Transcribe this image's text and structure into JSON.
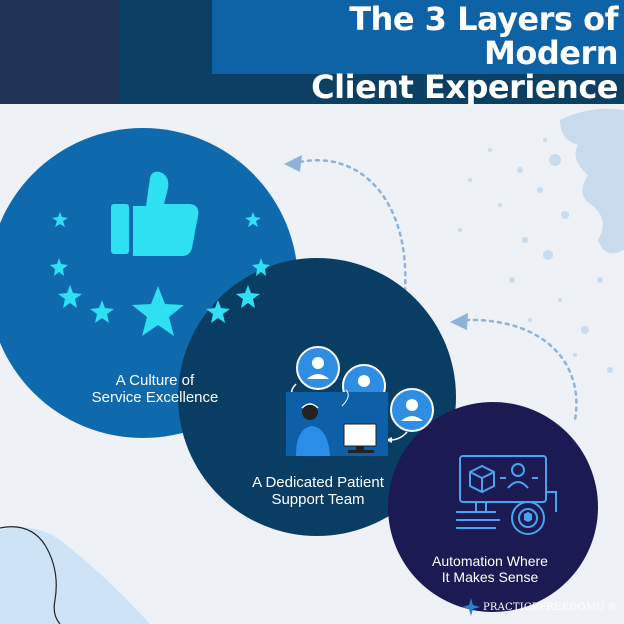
{
  "header": {
    "title_line1": "The 3 Layers of Modern",
    "title_line2": "Client Experience"
  },
  "layers": [
    {
      "line1": "A Culture of",
      "line2": "Service Excellence",
      "icon": "thumbs-up-stars-icon",
      "color": "#0f69ad"
    },
    {
      "line1": "A Dedicated Patient",
      "line2": "Support Team",
      "icon": "support-agent-icon",
      "color": "#093d63"
    },
    {
      "line1": "Automation Where",
      "line2": "It Makes Sense",
      "icon": "automation-network-icon",
      "color": "#1c1a52"
    }
  ],
  "brand": {
    "name": "PRACTICEFREEDOMU",
    "trademark": "®"
  },
  "colors": {
    "accent": "#2ee0f2",
    "header_bg": "#0b3f63",
    "title_bg": "#0e62a6",
    "arrow": "#8fb3d6"
  }
}
